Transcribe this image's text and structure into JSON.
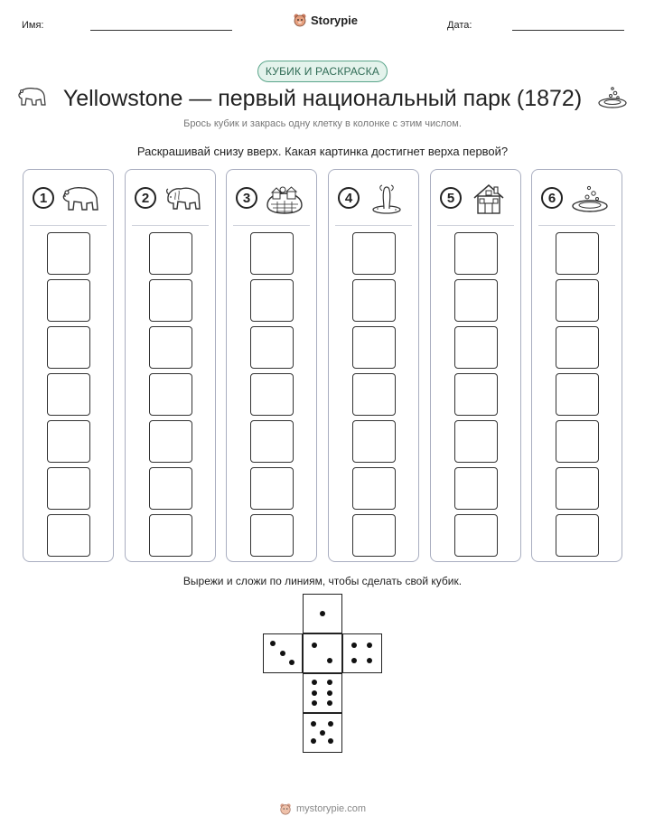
{
  "header": {
    "name_label": "Имя:",
    "date_label": "Дата:",
    "brand": "Storypie"
  },
  "badge": "КУБИК И РАСКРАСКА",
  "title": "Yellowstone — первый национальный парк (1872)",
  "subtitle": "Брось кубик и закрась одну клетку в колонке с этим числом.",
  "instruction": "Раскрашивай снизу вверх. Какая картинка достигнет верха первой?",
  "columns": [
    {
      "number": "1",
      "icon": "bear-icon"
    },
    {
      "number": "2",
      "icon": "bison-icon"
    },
    {
      "number": "3",
      "icon": "village-icon"
    },
    {
      "number": "4",
      "icon": "geyser-icon"
    },
    {
      "number": "5",
      "icon": "house-icon"
    },
    {
      "number": "6",
      "icon": "hot-spring-icon"
    }
  ],
  "cells_per_column": 7,
  "cut_instruction": "Вырежи и сложи по линиям, чтобы сделать свой кубик.",
  "die_faces": [
    1,
    3,
    2,
    4,
    6,
    5
  ],
  "footer": "mystorypie.com"
}
